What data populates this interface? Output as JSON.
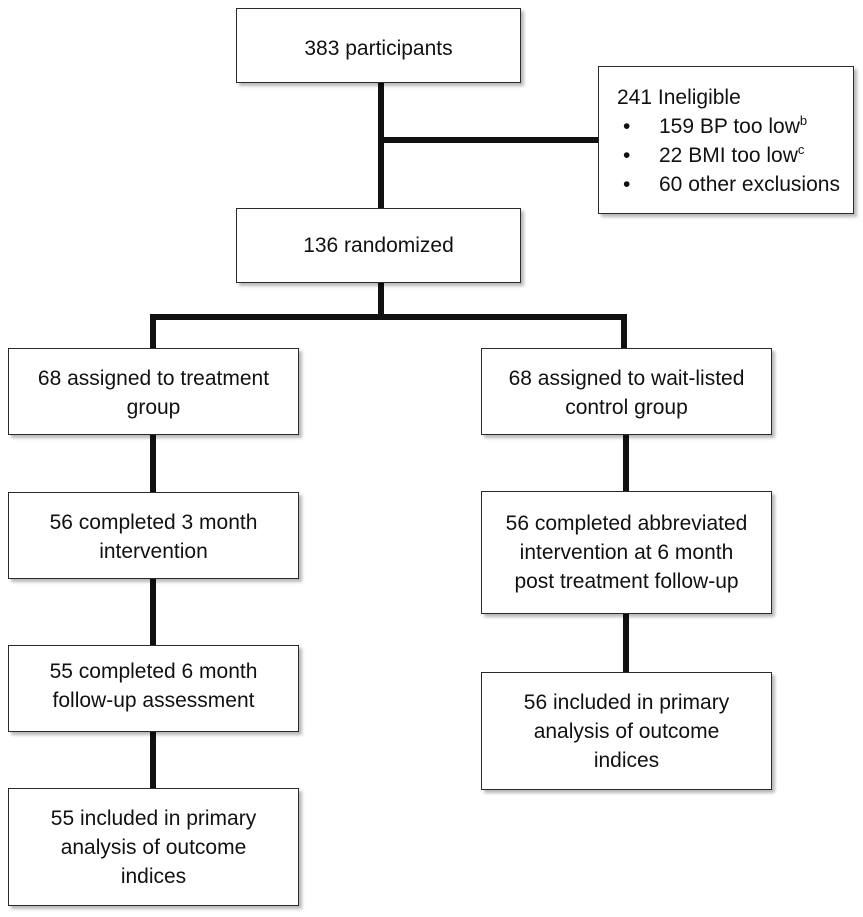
{
  "flowchart": {
    "participants": "383 participants",
    "ineligible": {
      "title": "241 Ineligible",
      "bullet_glyph": "•",
      "items": [
        {
          "text": "159 BP too low",
          "sup": "b"
        },
        {
          "text": "22 BMI too low",
          "sup": "c"
        },
        {
          "text": "60 other exclusions",
          "sup": ""
        }
      ]
    },
    "randomized": "136 randomized",
    "treatment": {
      "assigned": [
        "68 assigned to treatment",
        "group"
      ],
      "completed_intervention": [
        "56 completed 3 month",
        "intervention"
      ],
      "completed_followup": [
        "55 completed 6 month",
        "follow-up assessment"
      ],
      "included": [
        "55 included in primary",
        "analysis of outcome",
        "indices"
      ]
    },
    "control": {
      "assigned": [
        "68 assigned to wait-listed",
        "control group"
      ],
      "completed_intervention": [
        "56 completed abbreviated",
        "intervention at 6 month",
        "post treatment follow-up"
      ],
      "included": [
        "56 included in primary",
        "analysis of outcome",
        "indices"
      ]
    }
  },
  "colors": {
    "line": "#111111",
    "box_border": "#2a2a2a",
    "background": "#ffffff"
  }
}
